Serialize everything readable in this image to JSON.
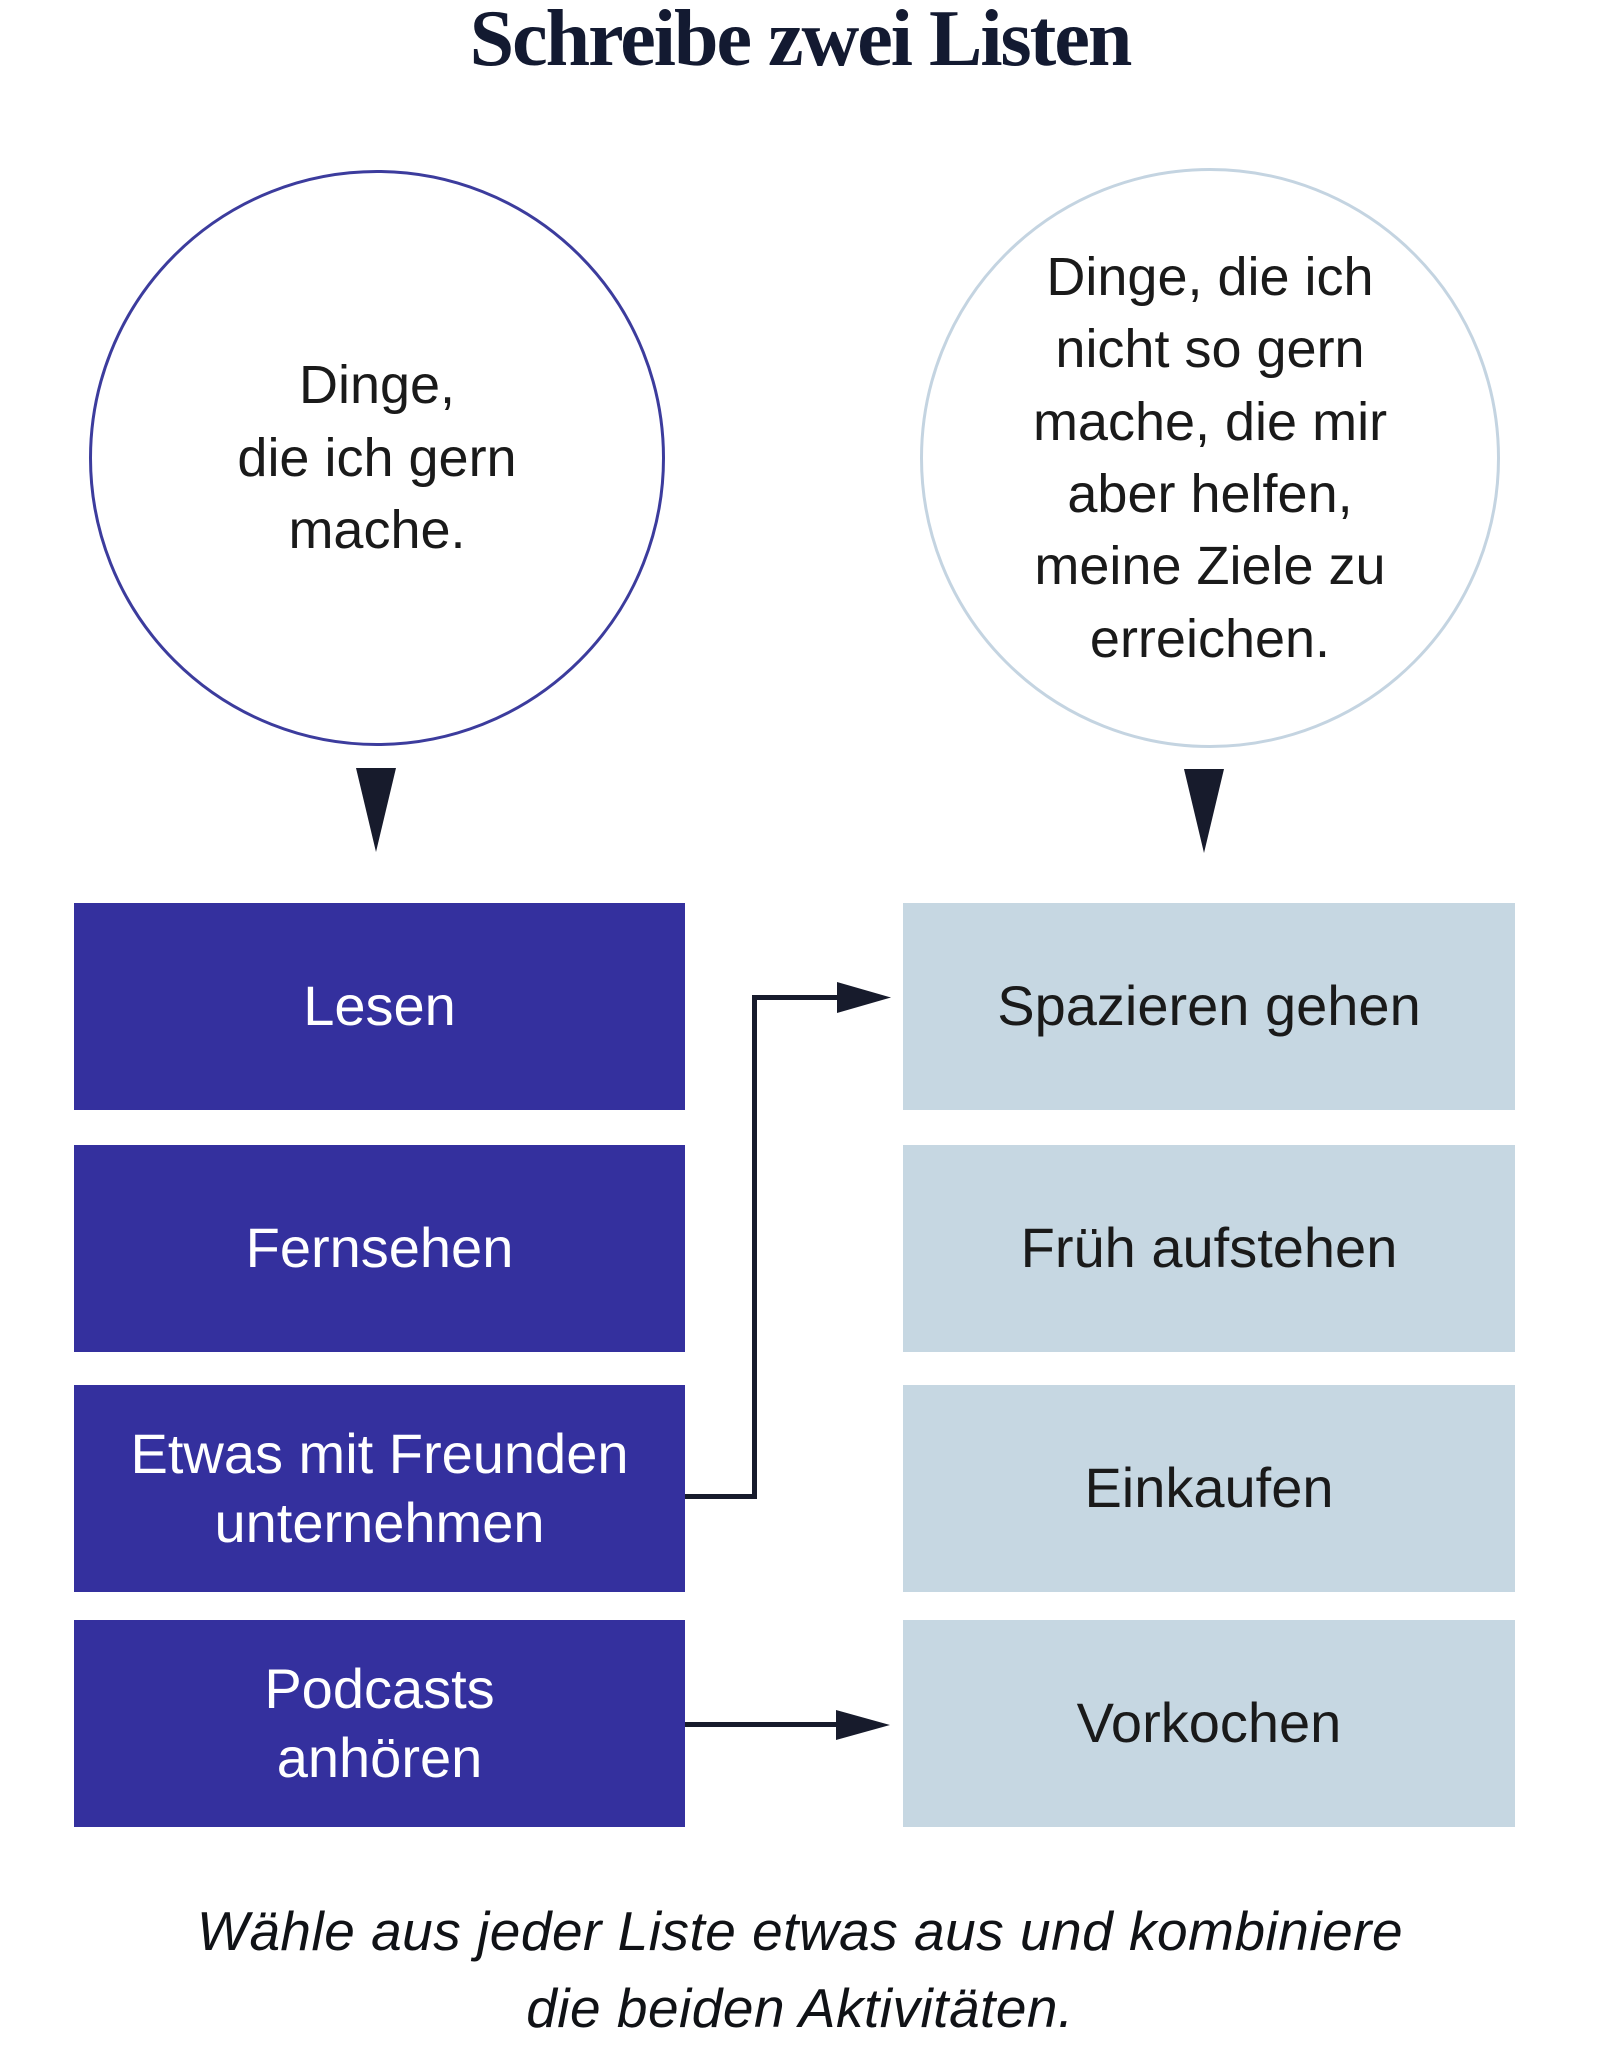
{
  "title": "Schreibe zwei Listen",
  "bubbles": {
    "likes": "Dinge,\ndie ich gern\nmache.",
    "helpful": "Dinge, die ich\nnicht so gern\nmache, die mir\naber helfen,\nmeine Ziele zu\nerreichen."
  },
  "likes_list": [
    "Lesen",
    "Fernsehen",
    "Etwas mit Freunden\nunternehmen",
    "Podcasts\nanhören"
  ],
  "helpful_list": [
    "Spazieren gehen",
    "Früh aufstehen",
    "Einkaufen",
    "Vorkochen"
  ],
  "connections": [
    {
      "from": "Etwas mit Freunden unternehmen",
      "to": "Spazieren gehen"
    },
    {
      "from": "Podcasts anhören",
      "to": "Vorkochen"
    }
  ],
  "caption": "Wähle aus jeder Liste etwas aus und kombiniere\ndie beiden Aktivitäten.",
  "colors": {
    "dark-blue": "#34309e",
    "light-blue": "#c6d7e2",
    "dark-circle-border": "#3c3c9d",
    "light-circle-border": "#c4d4e1",
    "arrow": "#171b2c",
    "title-ink": "#131a31",
    "text-dark": "#1a1a1a",
    "text-light": "#ffffff"
  }
}
